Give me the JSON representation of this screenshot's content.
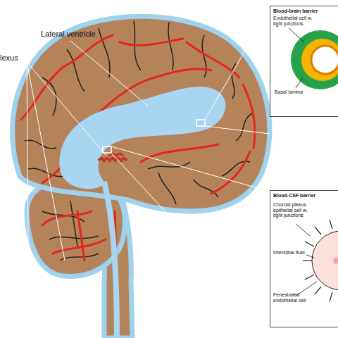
{
  "diagram": {
    "nodes": [
      {
        "text": [
          "Blood-brain barrier"
        ]
      },
      {
        "text": [
          "Blood-CSF barrier"
        ]
      }
    ],
    "labels": [
      "Lateral ventricle",
      "lexus",
      "Endothelial cell w. tight junctions",
      "Basal lamina",
      "Choroid plexus epithelial cell w. tight junctions",
      "Interstitial fluid",
      "Fenestrated endothelial cell"
    ]
  }
}
